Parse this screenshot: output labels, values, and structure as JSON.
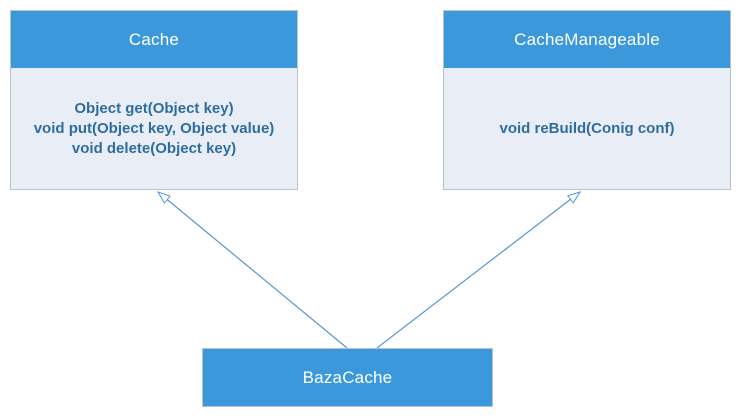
{
  "classes": {
    "cache": {
      "title": "Cache",
      "methods": [
        "Object get(Object key)",
        "void put(Object key, Object value)",
        "void delete(Object key)"
      ]
    },
    "cache_manageable": {
      "title": "CacheManageable",
      "methods": [
        "void reBuild(Conig conf)"
      ]
    },
    "baza_cache": {
      "title": "BazaCache"
    }
  },
  "relations": [
    {
      "from": "BazaCache",
      "to": "Cache",
      "type": "generalization",
      "line_style": "solid",
      "arrowhead": "hollow-triangle"
    },
    {
      "from": "BazaCache",
      "to": "CacheManageable",
      "type": "generalization",
      "line_style": "solid",
      "arrowhead": "hollow-triangle"
    }
  ],
  "colors": {
    "header_fill": "#3b98db",
    "body_fill": "#e8edf6",
    "header_text": "#ffffff",
    "method_text": "#2f6d9e",
    "arrow_line": "#5596d2",
    "box_border": "#b9c2cf",
    "background": "#ffffff"
  }
}
